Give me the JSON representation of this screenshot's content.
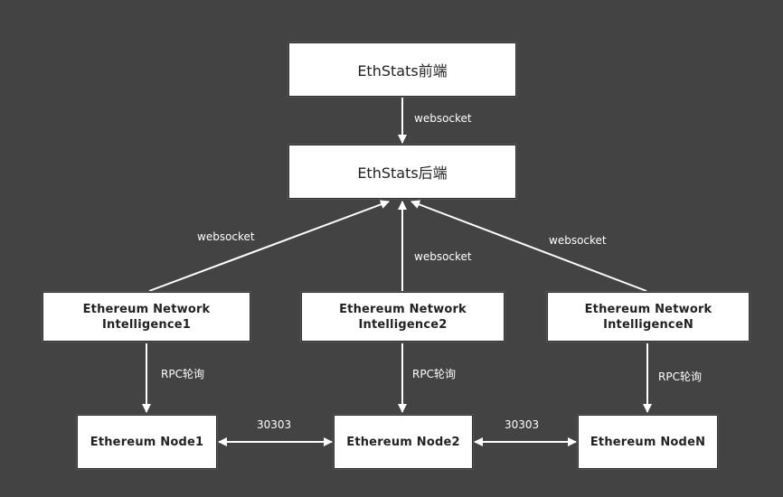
{
  "nodes": {
    "frontend": "EthStats前端",
    "backend": "EthStats后端",
    "eni1_line1": "Ethereum Network",
    "eni1_line2": "Intelligence1",
    "eni2_line1": "Ethereum Network",
    "eni2_line2": "Intelligence2",
    "eniN_line1": "Ethereum Network",
    "eniN_line2": "IntelligenceN",
    "node1": "Ethereum Node1",
    "node2": "Ethereum Node2",
    "nodeN": "Ethereum NodeN"
  },
  "edges": {
    "front_back": "websocket",
    "eni1_back": "websocket",
    "eni2_back": "websocket",
    "eniN_back": "websocket",
    "eni1_node1": "RPC轮询",
    "eni2_node2": "RPC轮询",
    "eniN_nodeN": "RPC轮询",
    "node1_node2": "30303",
    "node2_nodeN": "30303"
  },
  "colors": {
    "background": "#434343",
    "box_fill": "#ffffff",
    "line": "#ffffff",
    "label_text": "#ffffff",
    "node_text": "#222222"
  }
}
